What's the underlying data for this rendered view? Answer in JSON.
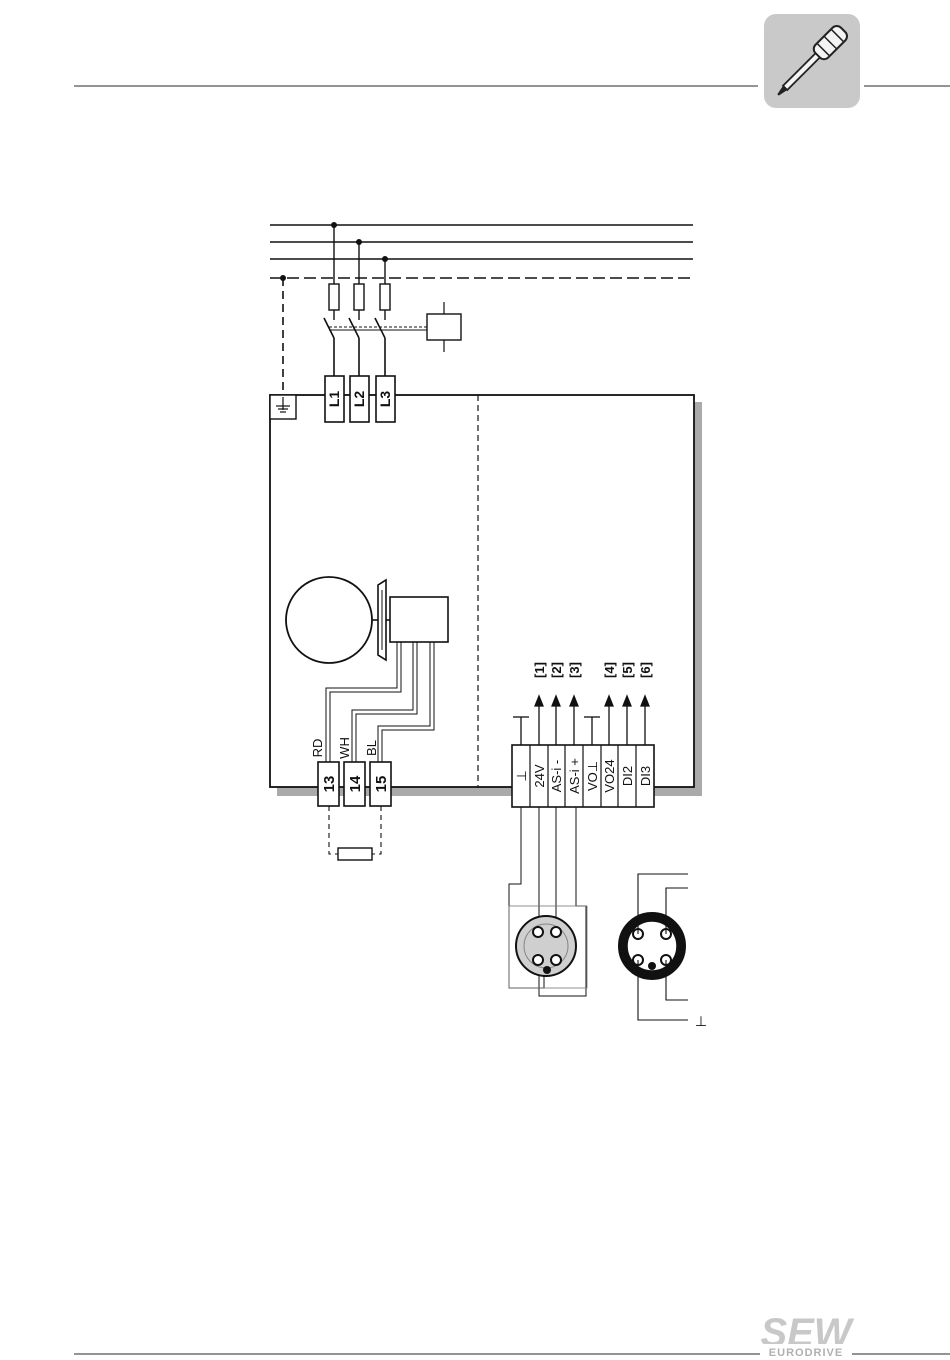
{
  "supply_terminals": [
    "L1",
    "L2",
    "L3"
  ],
  "brake_wire_colors": [
    "RD",
    "WH",
    "BL"
  ],
  "brake_terminals": [
    "13",
    "14",
    "15"
  ],
  "io_terminals": [
    "⊥",
    "24V",
    "AS-i -",
    "AS-i +",
    "VO⊥",
    "VO24",
    "DI2",
    "DI3"
  ],
  "io_references": [
    "[1]",
    "[2]",
    "[3]",
    "[4]",
    "[5]",
    "[6]"
  ],
  "ground_symbol": "⊥",
  "logo": {
    "main": "SEW",
    "sub": "EURODRIVE"
  },
  "icon": "screwdriver-icon"
}
